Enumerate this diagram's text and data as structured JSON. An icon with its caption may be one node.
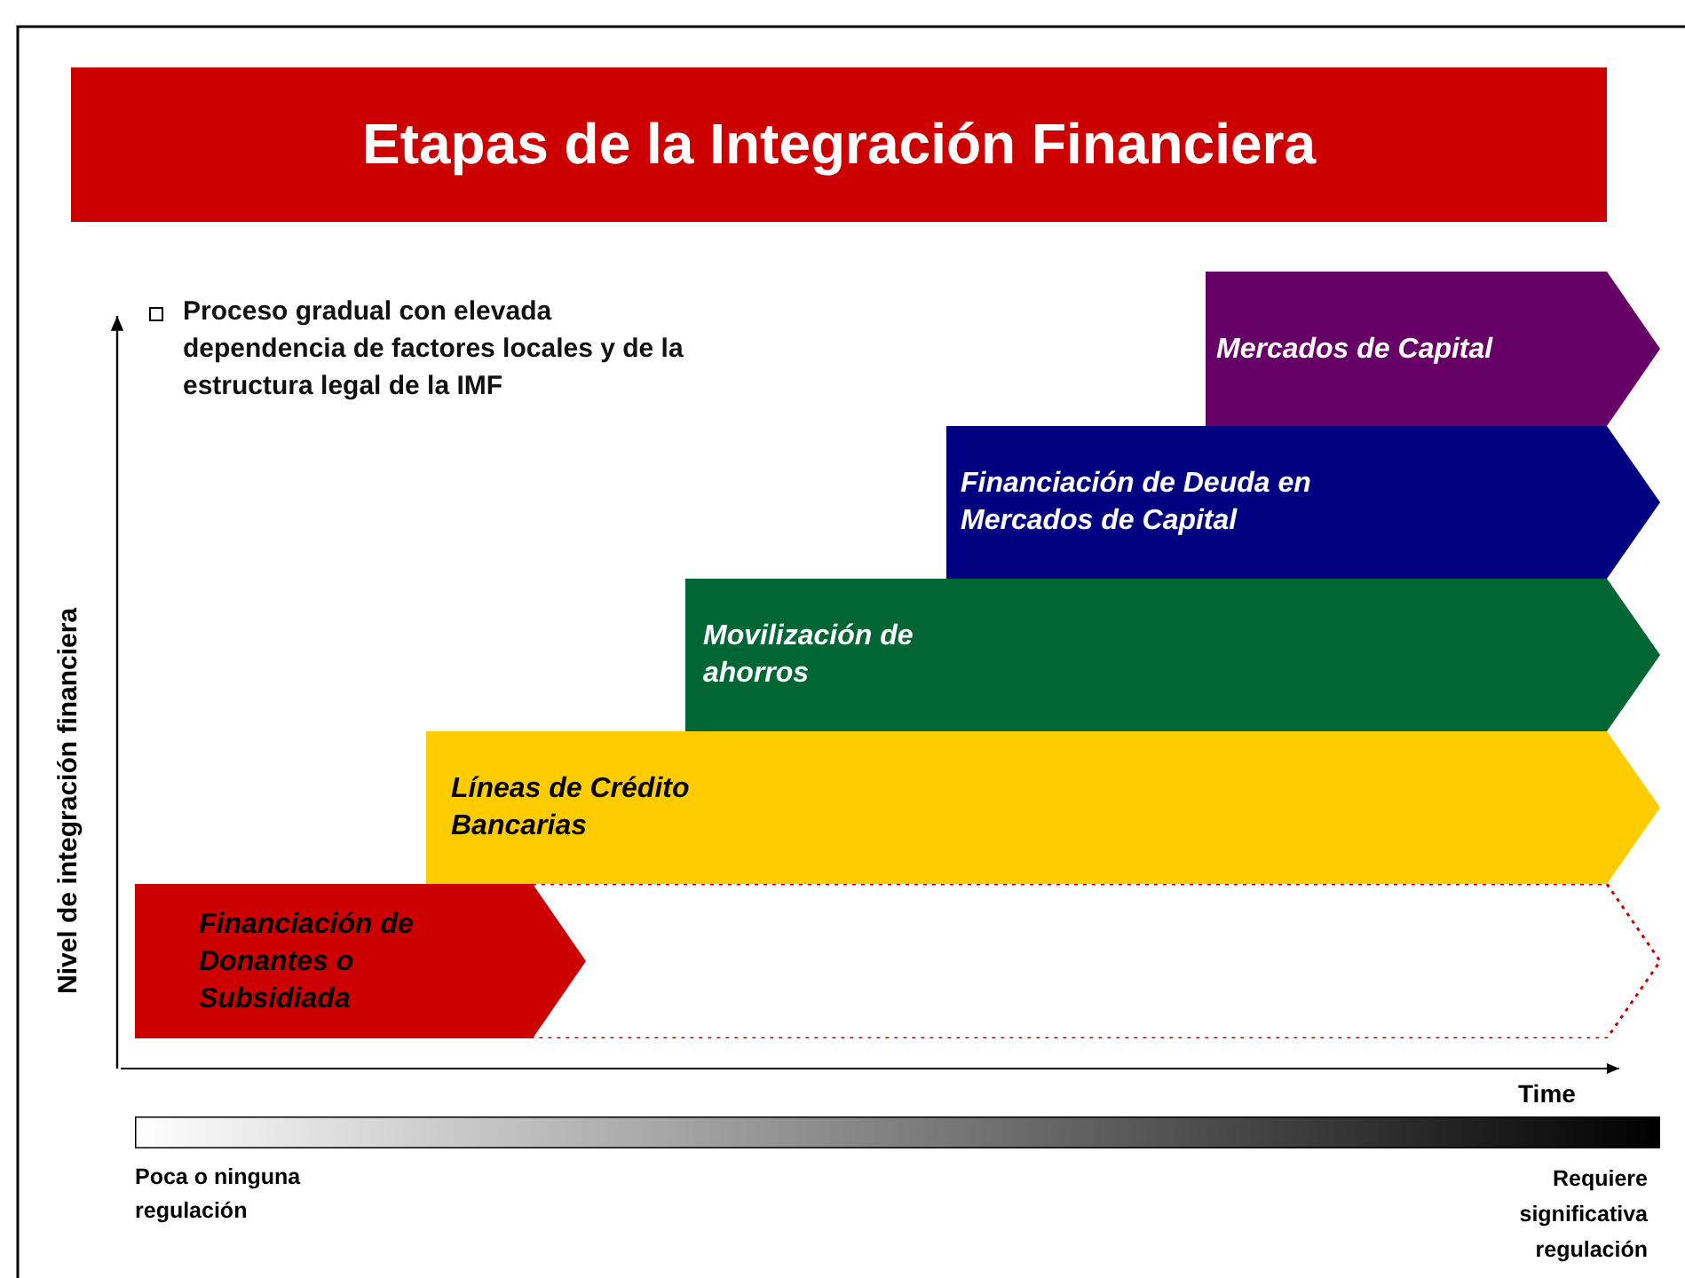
{
  "diagram": {
    "title": "Etapas de la Integración Financiera",
    "nodes": [
      {
        "text": [
          "Financiación de Donantes o Subsidiada"
        ]
      },
      {
        "text": [],
        "shape": "chevron"
      },
      {
        "text": [
          "Líneas de Crédito Bancarias"
        ]
      },
      {
        "text": [
          "Movilización de ahorros"
        ]
      },
      {
        "text": [
          "Financiación de Deuda en Mercados de Capital"
        ]
      },
      {
        "text": [
          "Mercados de Capital"
        ]
      },
      {
        "text": [],
        "shape": "bar"
      }
    ],
    "edges": [],
    "labels": [
      "Proceso gradual con elevada dependencia de factores locales y de la estructura legal de la IMF",
      "Nivel de integración financiera",
      "Time",
      "Poca o ninguna regulación",
      "Requiere significativa regulación"
    ]
  }
}
